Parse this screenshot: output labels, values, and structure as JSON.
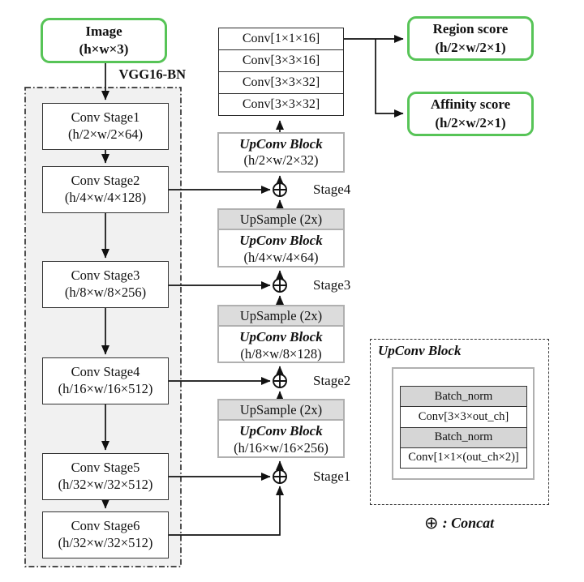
{
  "colors": {
    "accent_green": "#57c457",
    "panel_fill": "#f1f1f1",
    "upsample_header_gray": "#dcdcdc",
    "batchnorm_row_gray": "#d6d6d6",
    "block_border_gray": "#b0b0b0",
    "line_color": "#1a1a1a"
  },
  "input_box": {
    "title": "Image",
    "shape": "(h×w×3)"
  },
  "backbone": {
    "label": "VGG16-BN",
    "stages": [
      {
        "title": "Conv Stage1",
        "shape": "(h/2×w/2×64)"
      },
      {
        "title": "Conv Stage2",
        "shape": "(h/4×w/4×128)"
      },
      {
        "title": "Conv Stage3",
        "shape": "(h/8×w/8×256)"
      },
      {
        "title": "Conv Stage4",
        "shape": "(h/16×w/16×512)"
      },
      {
        "title": "Conv Stage5",
        "shape": "(h/32×w/32×512)"
      },
      {
        "title": "Conv Stage6",
        "shape": "(h/32×w/32×512)"
      }
    ]
  },
  "head_convs": [
    "Conv[1×1×16]",
    "Conv[3×3×16]",
    "Conv[3×3×32]",
    "Conv[3×3×32]"
  ],
  "outputs": {
    "region": {
      "title": "Region score",
      "shape": "(h/2×w/2×1)"
    },
    "affinity": {
      "title": "Affinity score",
      "shape": "(h/2×w/2×1)"
    }
  },
  "decoder": {
    "top_block": {
      "title": "UpConv Block",
      "shape": "(h/2×w/2×32)"
    },
    "groups": [
      {
        "upsample": "UpSample (2x)",
        "title": "UpConv Block",
        "shape": "(h/4×w/4×64)"
      },
      {
        "upsample": "UpSample (2x)",
        "title": "UpConv Block",
        "shape": "(h/8×w/8×128)"
      },
      {
        "upsample": "UpSample (2x)",
        "title": "UpConv Block",
        "shape": "(h/16×w/16×256)"
      }
    ],
    "merge_labels": [
      "Stage4",
      "Stage3",
      "Stage2",
      "Stage1"
    ]
  },
  "upconv_detail": {
    "title": "UpConv Block",
    "rows": [
      "Batch_norm",
      "Conv[3×3×out_ch]",
      "Batch_norm",
      "Conv[1×1×(out_ch×2)]"
    ]
  },
  "legend": {
    "symbol": "⊕",
    "label": ": Concat"
  }
}
